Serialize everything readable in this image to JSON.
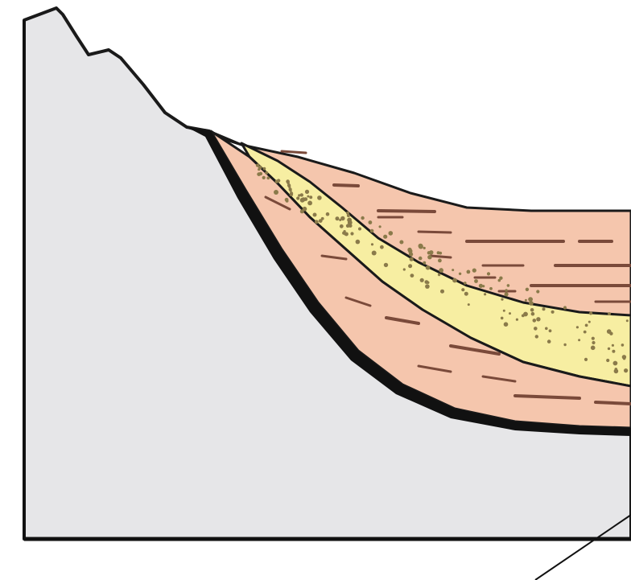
{
  "diagram": {
    "type": "geologic-cross-section",
    "colors": {
      "bedrock_fill": "#e6e6e8",
      "outline": "#1a1a1a",
      "clay_fill": "#f5c6ad",
      "clay_streak": "#7a4a3a",
      "sand_fill": "#f7eea2",
      "sand_grain": "#8a7a4a",
      "base_line": "#111111"
    },
    "layers": [
      {
        "name": "bedrock",
        "pattern": "plain-gray"
      },
      {
        "name": "basal-black-layer",
        "pattern": "solid-black"
      },
      {
        "name": "lower-clay-layer",
        "pattern": "horizontal-dashes"
      },
      {
        "name": "sand-layer",
        "pattern": "stipple-dots"
      },
      {
        "name": "upper-clay-layer",
        "pattern": "horizontal-dashes"
      }
    ]
  }
}
